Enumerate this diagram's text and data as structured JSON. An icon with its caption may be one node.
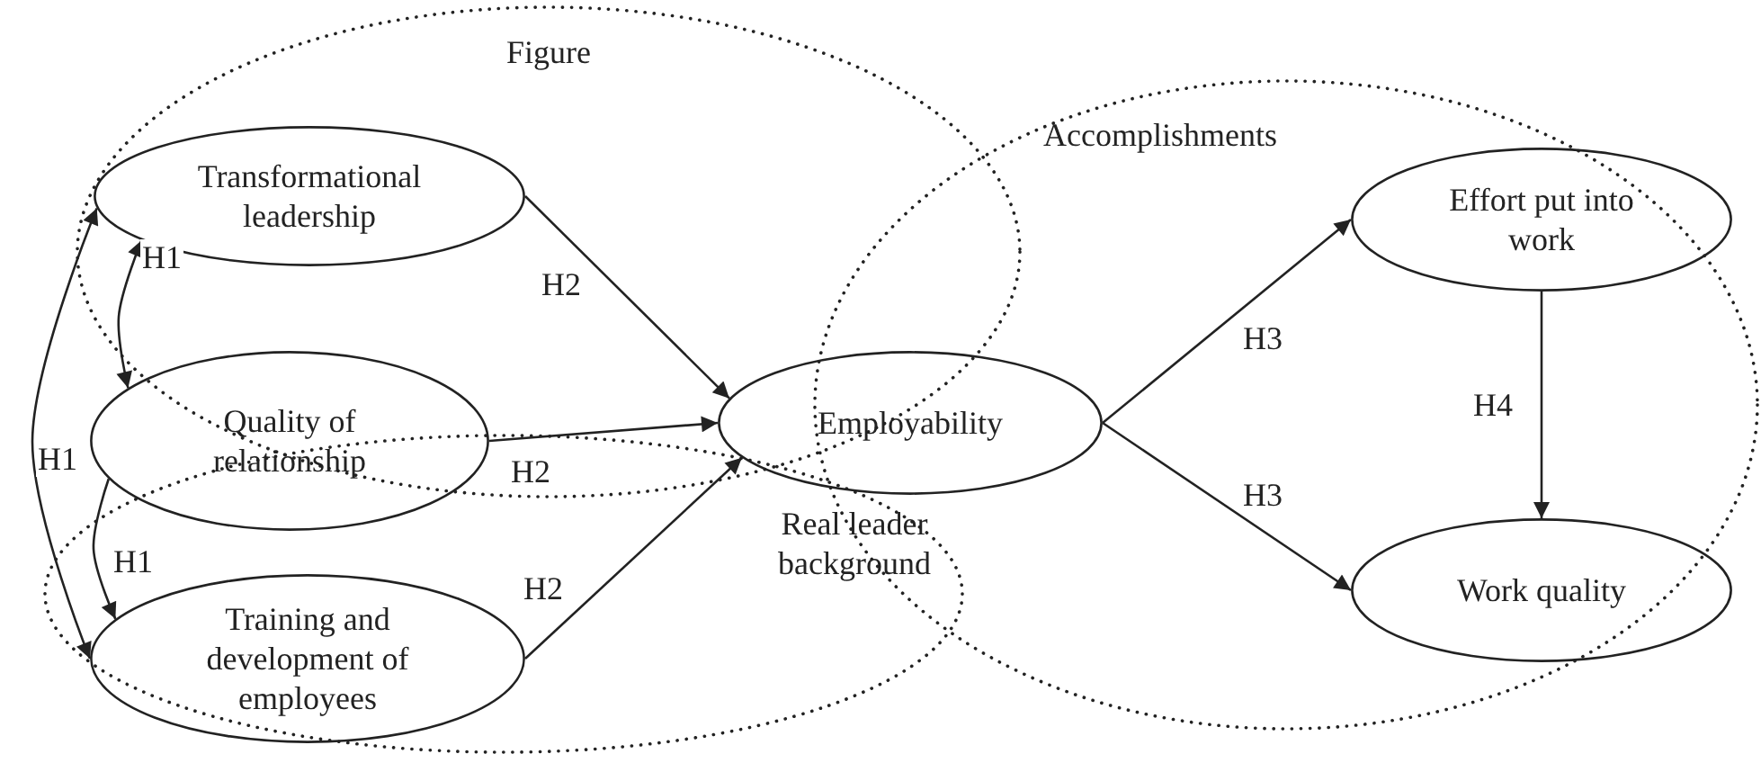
{
  "diagram": {
    "nodes": [
      {
        "text": [
          "Transformational leadership"
        ]
      },
      {
        "text": [
          "Quality of relationship"
        ]
      },
      {
        "text": [
          "Training and development of employees"
        ]
      },
      {
        "text": [
          "Employability"
        ]
      },
      {
        "text": [
          "Effort put into work"
        ]
      },
      {
        "text": [
          "Work quality"
        ]
      }
    ],
    "edges": [
      {
        "from": 0,
        "to": 1,
        "arrow": "both",
        "label": "H1"
      },
      {
        "from": 0,
        "to": 2,
        "arrow": "both",
        "label": "H1"
      },
      {
        "from": 1,
        "to": 2,
        "arrow": "to",
        "label": "H1"
      },
      {
        "from": 0,
        "to": 3,
        "arrow": "to",
        "label": "H2"
      },
      {
        "from": 1,
        "to": 3,
        "arrow": "to",
        "label": "H2"
      },
      {
        "from": 2,
        "to": 3,
        "arrow": "to",
        "label": "H2"
      },
      {
        "from": 3,
        "to": 4,
        "arrow": "to",
        "label": "H3"
      },
      {
        "from": 3,
        "to": 5,
        "arrow": "to",
        "label": "H3"
      },
      {
        "from": 4,
        "to": 5,
        "arrow": "to",
        "label": "H4"
      }
    ],
    "labels": [
      "Figure",
      "Accomplishments",
      "Real leader background"
    ]
  }
}
